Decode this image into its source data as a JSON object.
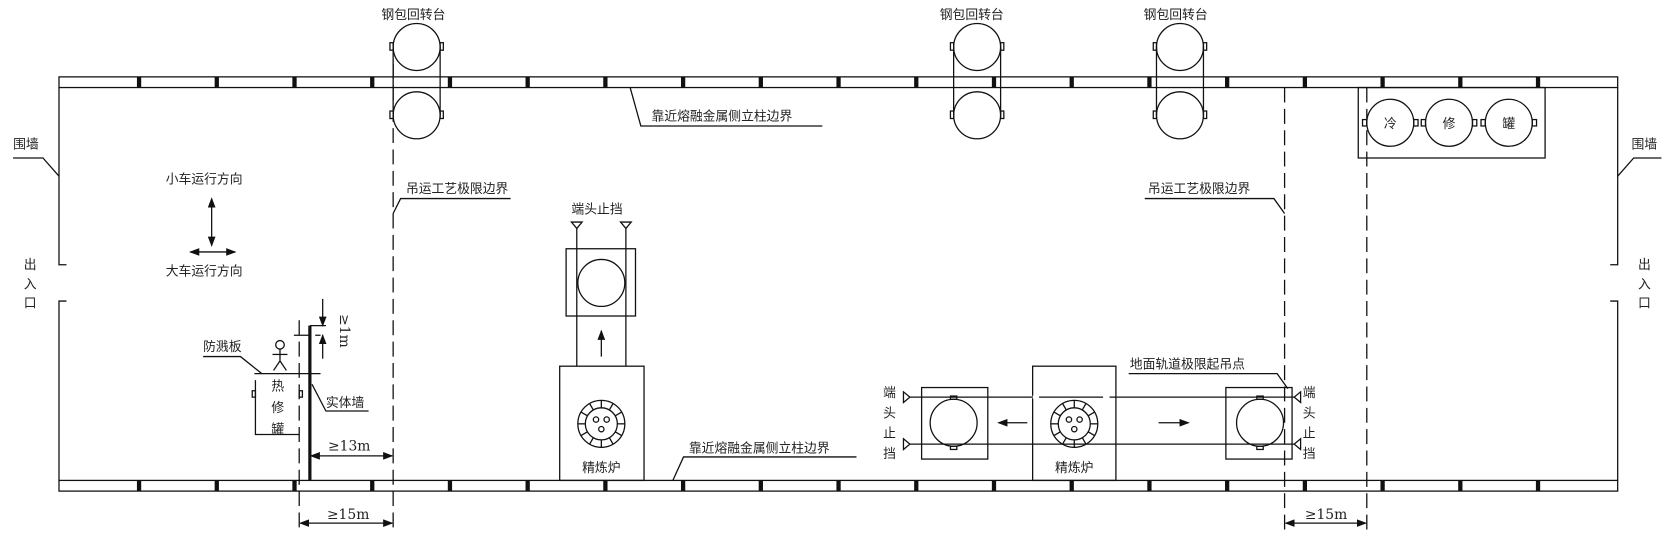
{
  "labels": {
    "ladle_turret": "钢包回转台",
    "column_boundary": "靠近熔融金属侧立柱边界",
    "hoist_limit": "吊运工艺极限边界",
    "enclosure_wall": "围墙",
    "entrance": [
      "出",
      "入",
      "口"
    ],
    "trolley_direction": "小车运行方向",
    "crane_direction": "大车运行方向",
    "end_stop": "端头止挡",
    "end_stop_vertical": [
      "端",
      "头",
      "止",
      "挡"
    ],
    "refining_furnace": "精炼炉",
    "splash_guard": "防溅板",
    "hot_repair_tank": [
      "热",
      "修",
      "罐"
    ],
    "solid_wall": "实体墙",
    "cold_repair_tank": [
      "冷",
      "修",
      "罐"
    ],
    "ground_track_limit": "地面轨道极限起吊点"
  },
  "dimensions": {
    "min_height": "≥1m",
    "min_13m": "≥13m",
    "min_15m": "≥15m"
  },
  "colors": {
    "line": "#111111",
    "background": "#ffffff"
  }
}
